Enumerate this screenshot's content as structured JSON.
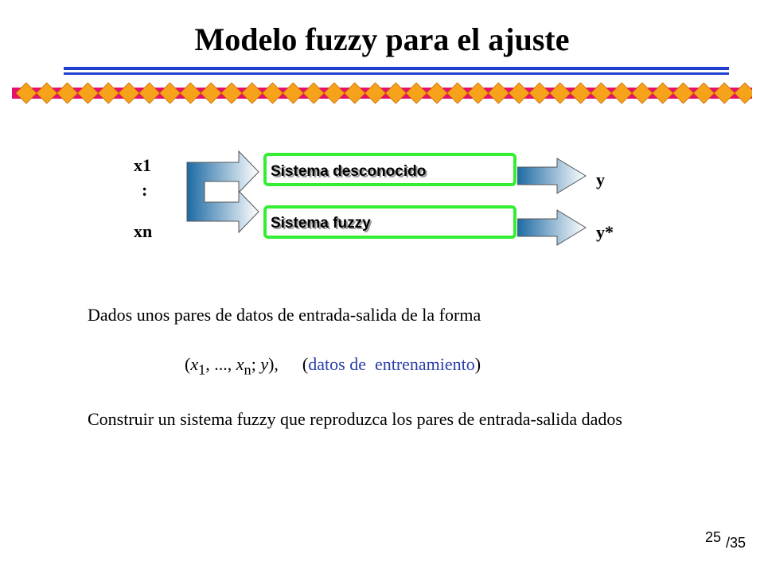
{
  "slide": {
    "title": "Modelo fuzzy para el ajuste",
    "accent_color": "#1f3fd0",
    "deco_colors": {
      "diamond": "#f7a21b",
      "background": "#e8106e"
    }
  },
  "diagram": {
    "inputs": {
      "first": "x1",
      "dots": ":",
      "last": "xn"
    },
    "blocks": [
      "Sistema desconocido",
      "Sistema fuzzy"
    ],
    "outputs": [
      "y",
      "y*"
    ],
    "box_border_color": "#33ee33"
  },
  "body": {
    "intro": "Dados unos pares de datos de entrada-salida de la forma",
    "formula": {
      "open": "(",
      "x": "x",
      "sub1": "1",
      "mid": ", ..., ",
      "x2": "x",
      "subn": "n",
      "semi": "; ",
      "y": "y",
      "close": "),",
      "note_open": "(",
      "note": "datos de  entrenamiento",
      "note_close": ")"
    },
    "task": "Construir un sistema fuzzy que reproduzca los pares de entrada-salida dados"
  },
  "page": {
    "current": "25",
    "total": "/35"
  }
}
